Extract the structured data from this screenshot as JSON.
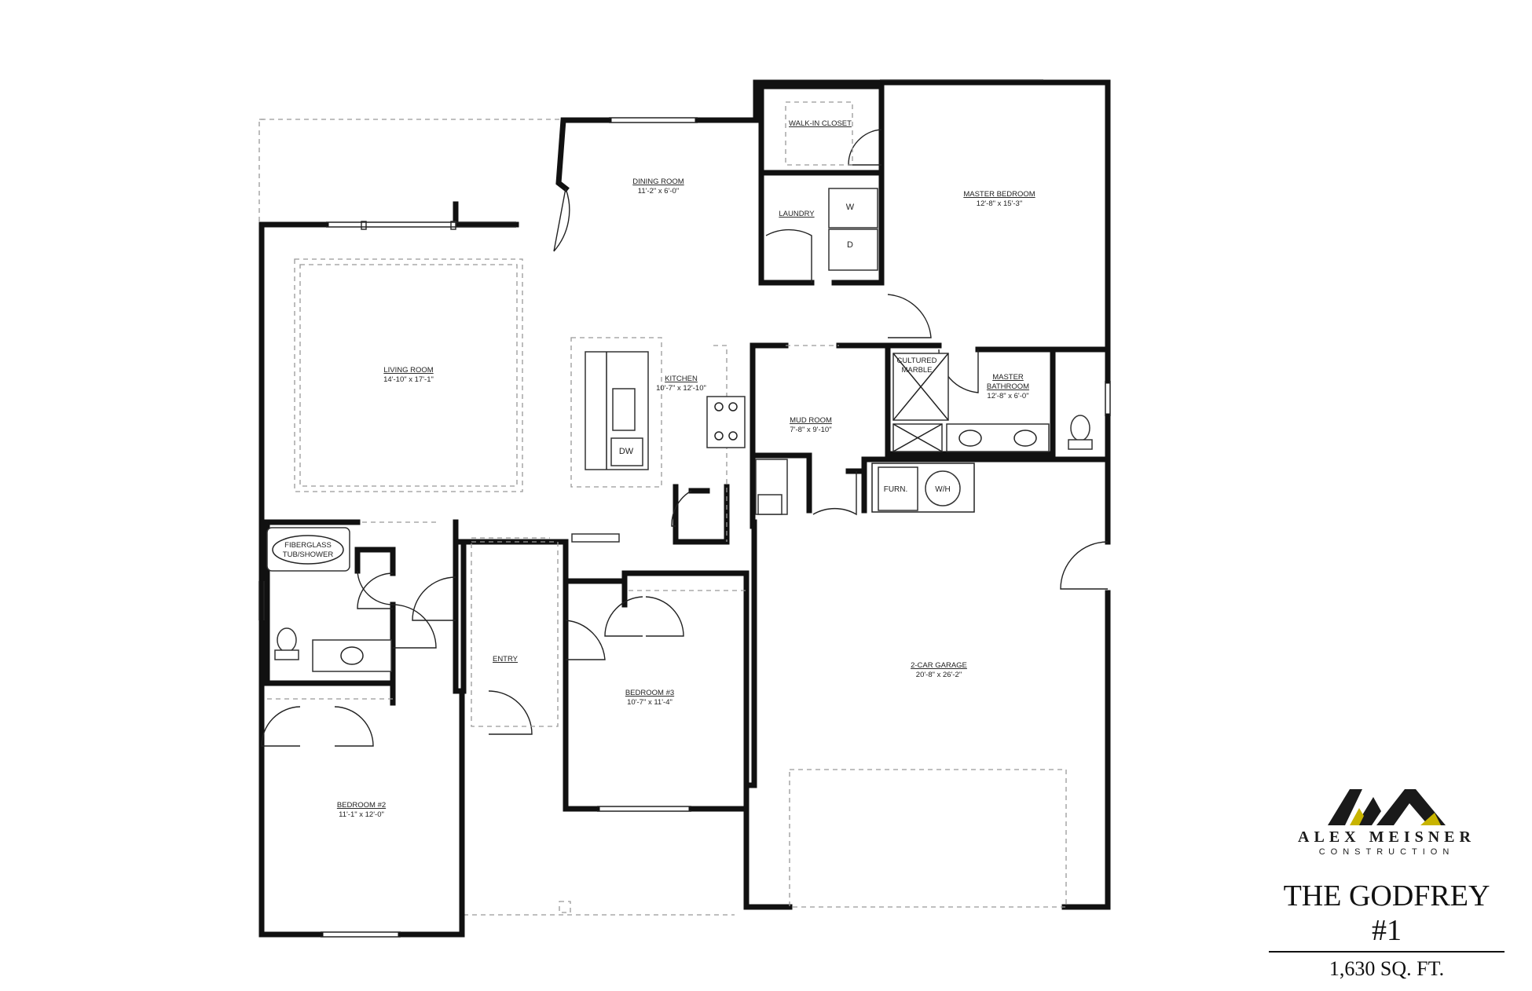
{
  "rooms": {
    "dining": {
      "name": "DINING ROOM",
      "dims": "11'-2\" x 6'-0\""
    },
    "living": {
      "name": "LIVING ROOM",
      "dims": "14'-10\" x 17'-1\""
    },
    "kitchen": {
      "name": "KITCHEN",
      "dims": "10'-7\" x 12'-10\""
    },
    "walkin": {
      "name": "WALK-IN CLOSET"
    },
    "laundry": {
      "name": "LAUNDRY"
    },
    "master_bedroom": {
      "name": "MASTER BEDROOM",
      "dims": "12'-8\" x 15'-3\""
    },
    "mud": {
      "name": "MUD ROOM",
      "dims": "7'-8\" x 9'-10\""
    },
    "master_bath": {
      "name_line1": "MASTER",
      "name_line2": "BATHROOM",
      "dims": "12'-8\" x 6'-0\""
    },
    "entry": {
      "name": "ENTRY"
    },
    "bedroom3": {
      "name": "BEDROOM #3",
      "dims": "10'-7\" x 11'-4\""
    },
    "bedroom2": {
      "name": "BEDROOM #2",
      "dims": "11'-1\" x 12'-0\""
    },
    "garage": {
      "name": "2-CAR GARAGE",
      "dims": "20'-8\" x 26'-2\""
    }
  },
  "fixtures": {
    "washer": "W",
    "dryer": "D",
    "dishwasher": "DW",
    "furnace": "FURN.",
    "water_heater": "W/H",
    "shower_line1": "CULTURED",
    "shower_line2": "MARBLE",
    "tub_line1": "FIBERGLASS",
    "tub_line2": "TUB/SHOWER"
  },
  "brand": {
    "company": "ALEX MEISNER",
    "sub": "CONSTRUCTION",
    "colors": {
      "dark": "#1a1a1a",
      "accent": "#c8b400"
    }
  },
  "plan": {
    "name": "THE GODFREY #1",
    "area": "1,630 SQ. FT."
  }
}
